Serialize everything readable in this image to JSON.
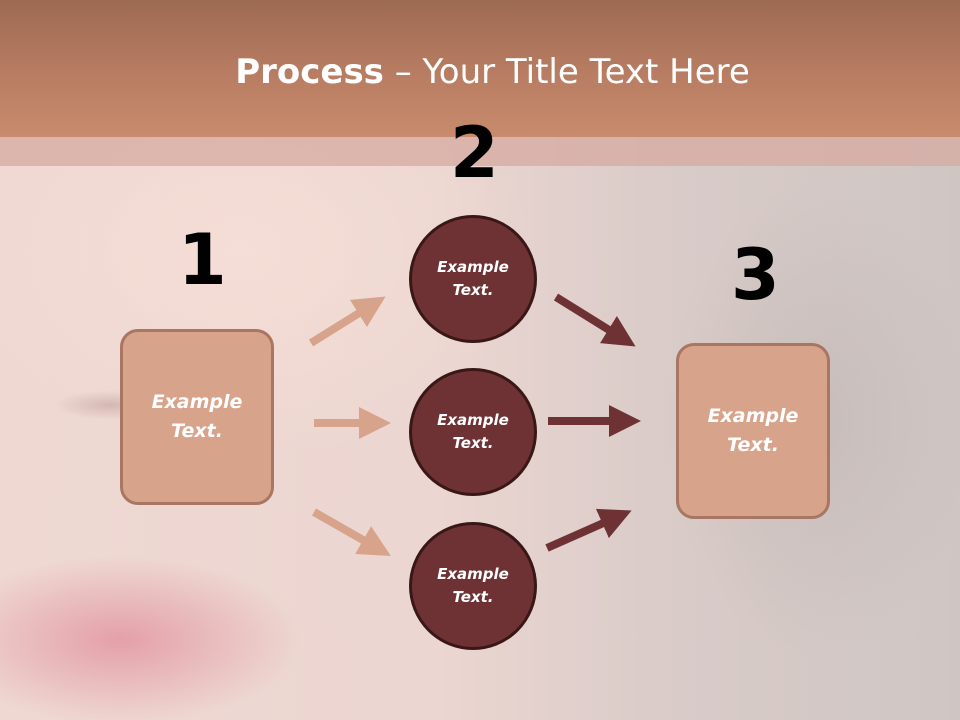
{
  "slide": {
    "title_bold": "Process",
    "title_rest": " – Your Title Text Here"
  },
  "steps": {
    "num1": "1",
    "num2": "2",
    "num3": "3"
  },
  "nodes": {
    "left_box": "Example\nText.",
    "circle_top": "Example\nText.",
    "circle_middle": "Example\nText.",
    "circle_bottom": "Example\nText.",
    "right_box": "Example\nText."
  },
  "colors": {
    "header": "#c98b6d",
    "box_fill": "#d7a38a",
    "circle_fill": "#6e3234",
    "light_arrow": "#d7a38a",
    "dark_arrow": "#6e3234"
  }
}
